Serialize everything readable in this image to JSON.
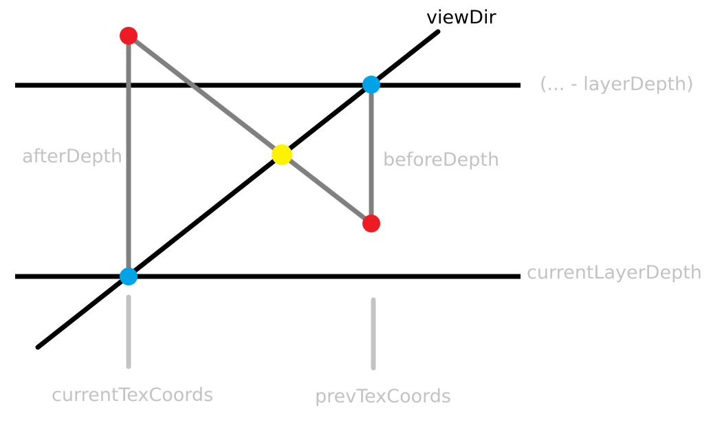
{
  "labels": {
    "view_dir": "viewDir",
    "layer_depth_prev": "(... - layerDepth)",
    "current_layer_depth": "currentLayerDepth",
    "after_depth": "afterDepth",
    "before_depth": "beforeDepth",
    "current_tex_coords": "currentTexCoords",
    "prev_tex_coords": "prevTexCoords"
  },
  "colors": {
    "line_black": "#000000",
    "line_gray": "#808080",
    "line_light_gray": "#c3c3c3",
    "label_gray": "#c3c3c3",
    "label_black": "#000000",
    "point_red": "#ed1c24",
    "point_blue": "#00a2e8",
    "point_yellow": "#fff200"
  }
}
